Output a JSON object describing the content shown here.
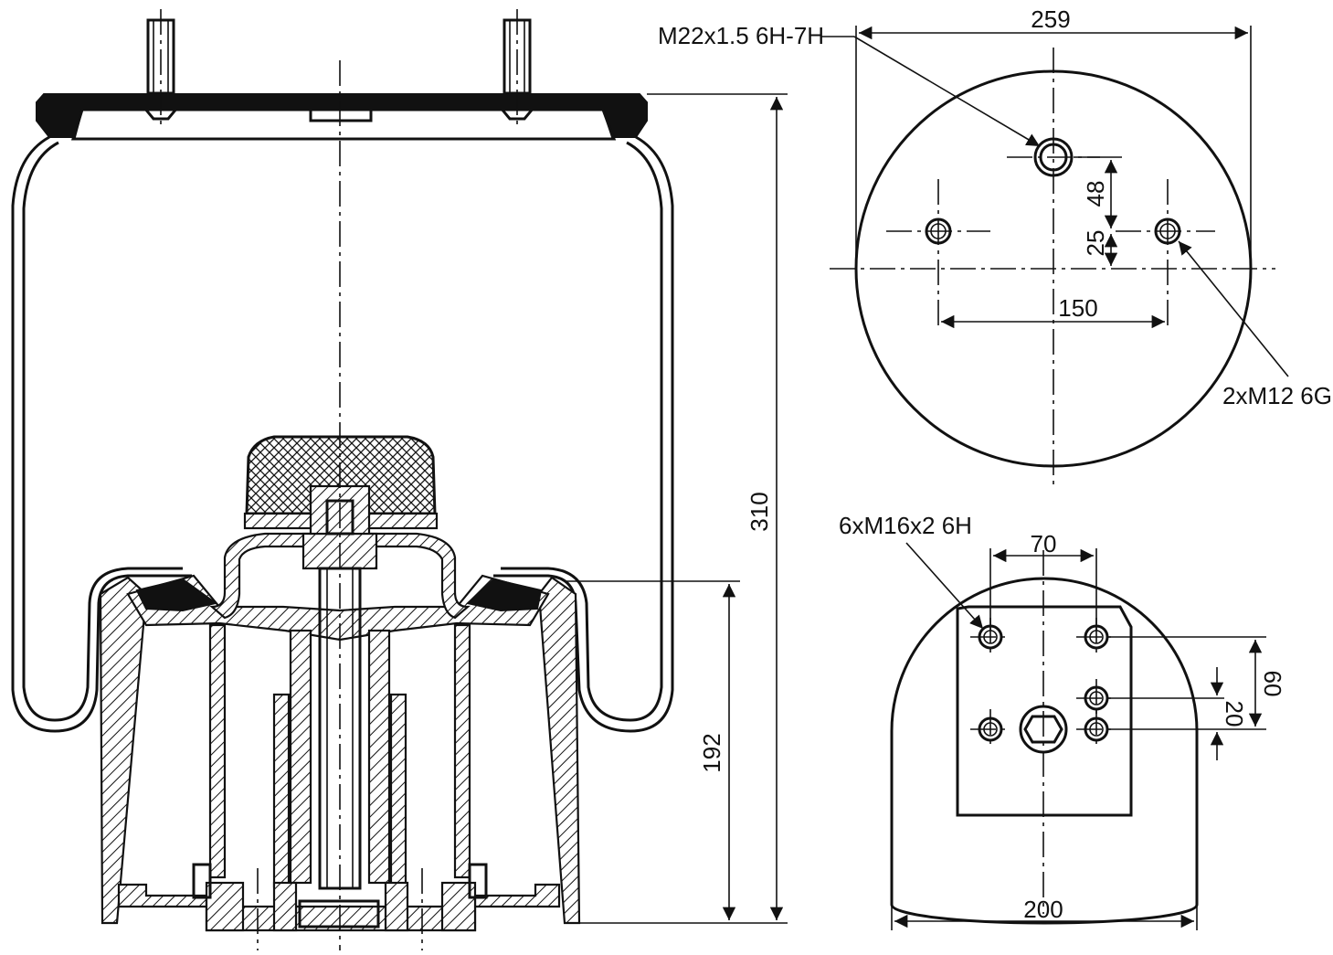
{
  "labels": {
    "top_thread": "M22x1.5 6H-7H",
    "top_diameter": "259",
    "dim_48": "48",
    "dim_25": "25",
    "dim_150": "150",
    "side_threads": "2xM12 6G",
    "height_total": "310",
    "height_piston": "192",
    "bottom_threads": "6xM16x2 6H",
    "dim_70": "70",
    "dim_60": "60",
    "dim_20": "20",
    "bottom_diameter": "200"
  }
}
